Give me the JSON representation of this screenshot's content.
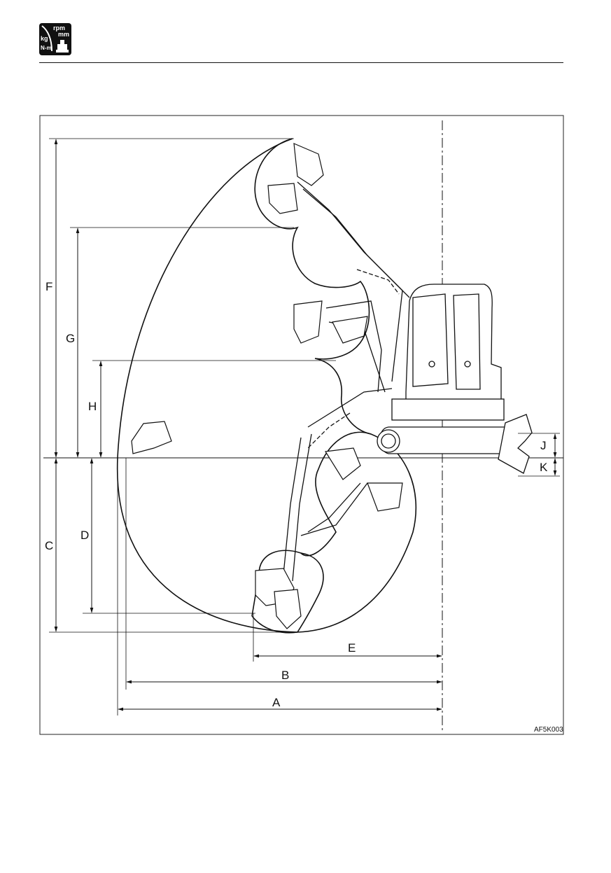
{
  "header": {
    "logo_units": [
      "rpm",
      "mm",
      "kg",
      "N-m"
    ],
    "logo_icon": "working-range-specification-icon"
  },
  "diagram": {
    "subject": "excavator-working-range",
    "figure_code": "AF5K003",
    "dimension_labels": {
      "A": "A",
      "B": "B",
      "C": "C",
      "D": "D",
      "E": "E",
      "F": "F",
      "G": "G",
      "H": "H",
      "J": "J",
      "K": "K"
    }
  }
}
